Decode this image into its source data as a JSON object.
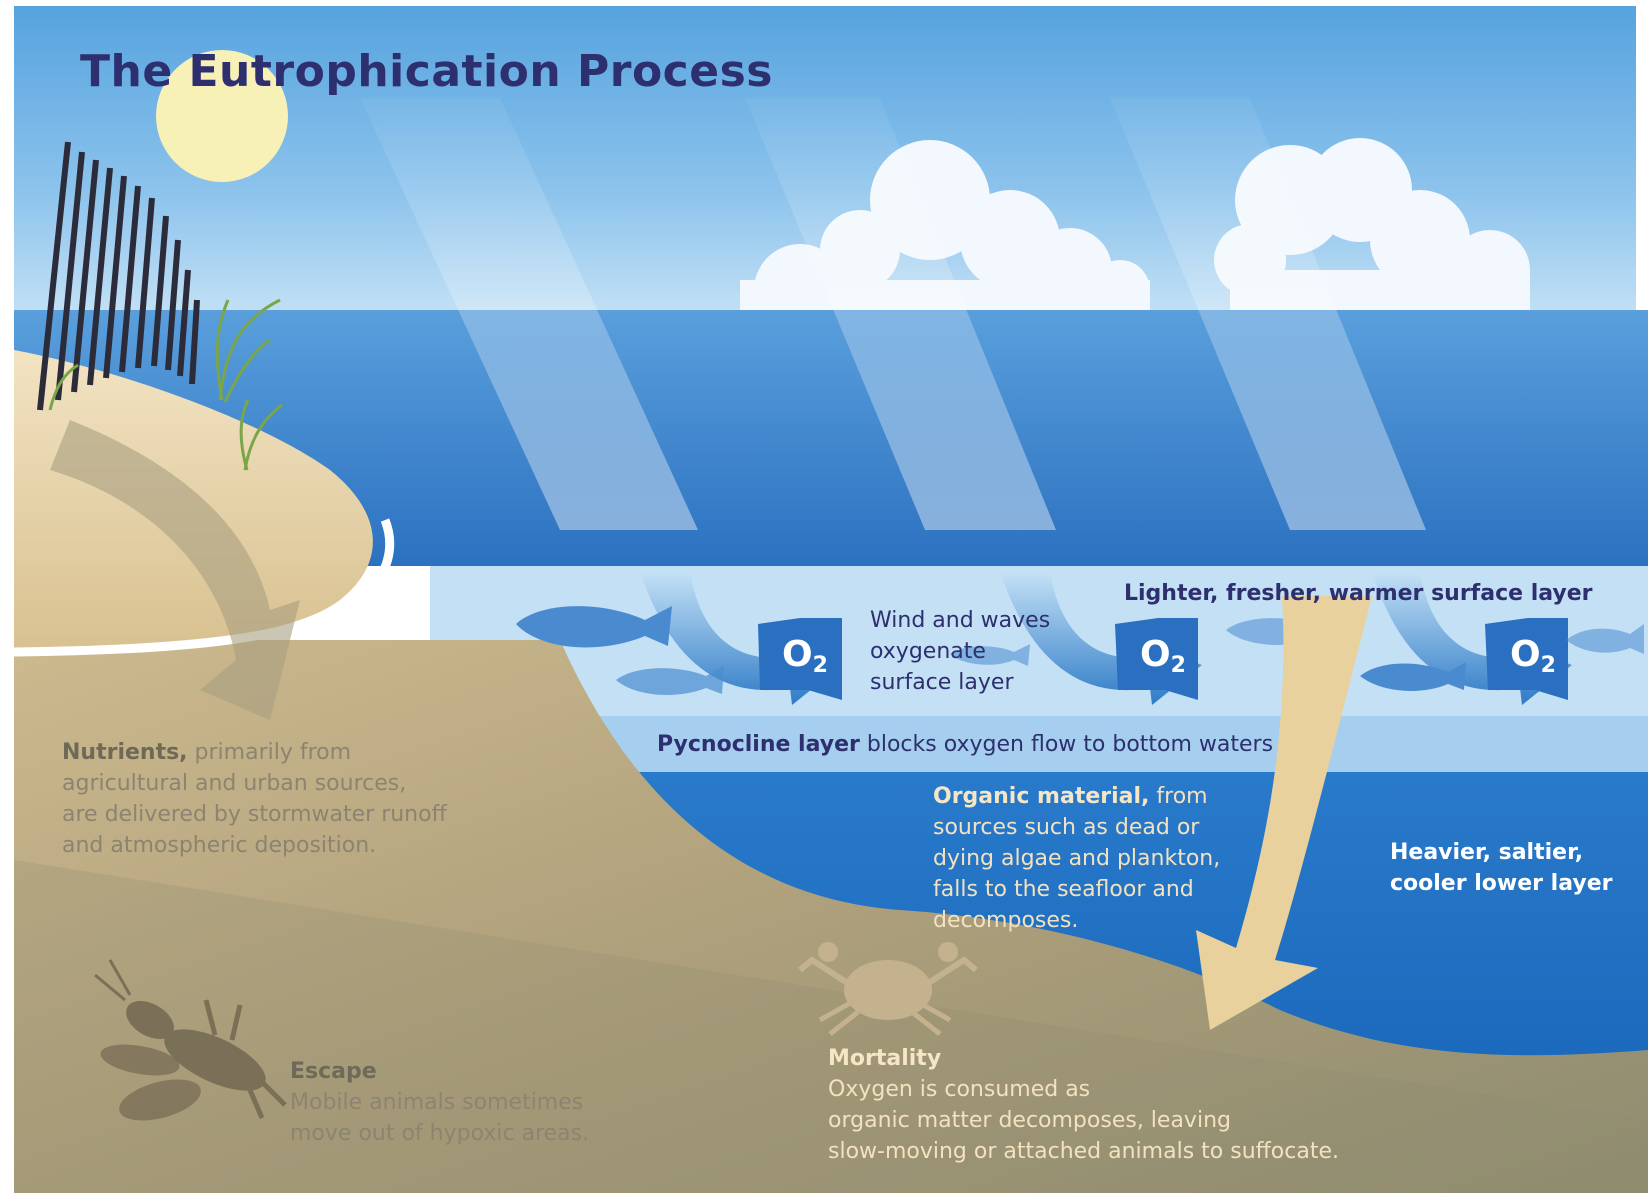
{
  "title": "The Eutrophication Process",
  "labels": {
    "surface_layer": "Lighter, fresher, warmer surface layer",
    "wind_waves": [
      "Wind and waves",
      "oxygenate",
      "surface layer"
    ],
    "pycnocline_bold": "Pycnocline layer",
    "pycnocline_rest": " blocks oxygen flow to bottom waters",
    "organic_bold": "Organic material,",
    "organic_lines": [
      " from",
      "sources such as dead or",
      "dying algae and plankton,",
      "falls to the seafloor and",
      "decomposes."
    ],
    "lower_layer": [
      "Heavier, saltier,",
      "cooler lower layer"
    ],
    "nutrients_bold": "Nutrients,",
    "nutrients_lines": [
      " primarily from",
      "agricultural and urban sources,",
      "are delivered by stormwater runoff",
      "and atmospheric deposition."
    ],
    "escape_title": "Escape",
    "escape_lines": [
      "Mobile animals sometimes",
      "move out of hypoxic areas."
    ],
    "mortality_title": "Mortality",
    "mortality_lines": [
      "Oxygen is consumed as",
      "organic matter decomposes, leaving",
      "slow-moving or attached animals to suffocate."
    ]
  },
  "o2_symbol": {
    "base": "O",
    "sub": "2"
  },
  "icons": [
    "sun-icon",
    "cloud-icon",
    "fish-icon",
    "crab-icon",
    "lobster-icon",
    "dune-fence-icon",
    "beach-grass-icon"
  ],
  "colors": {
    "sky_top": "#5aa6e0",
    "sky_bottom": "#b9dcf3",
    "sea_top": "#4f97d8",
    "sea_mid": "#2f76c4",
    "surface_layer": "#c4e1f6",
    "pycnocline": "#a9d2f0",
    "deep_water": "#1f6fc3",
    "sand": "#dcc79a",
    "soil": "#a8a07f",
    "title": "#2e2f6e",
    "organic_arrow": "#e6cf9b"
  }
}
